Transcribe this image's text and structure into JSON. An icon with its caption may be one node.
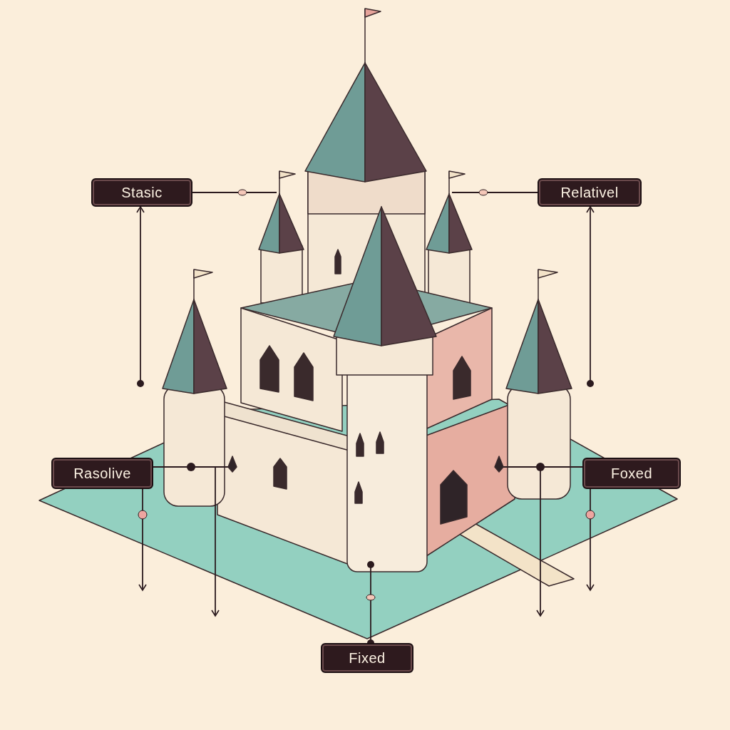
{
  "diagram": {
    "nodes": [
      {
        "text": [
          "Stasic"
        ]
      },
      {
        "text": [
          "Relativel"
        ]
      },
      {
        "text": [
          "Rasolive"
        ]
      },
      {
        "text": [
          "Foxed"
        ]
      },
      {
        "text": [
          "Fixed"
        ]
      }
    ],
    "edges": [
      {
        "from": 0,
        "to": null,
        "arrow": "none"
      },
      {
        "from": null,
        "to": 0,
        "arrow": "to"
      },
      {
        "from": 1,
        "to": null,
        "arrow": "none"
      },
      {
        "from": null,
        "to": 1,
        "arrow": "to"
      },
      {
        "from": 2,
        "to": null,
        "arrow": "none"
      },
      {
        "from": 2,
        "to": null,
        "arrow": "to"
      },
      {
        "from": 2,
        "to": null,
        "arrow": "to"
      },
      {
        "from": 3,
        "to": null,
        "arrow": "none"
      },
      {
        "from": 3,
        "to": null,
        "arrow": "to"
      },
      {
        "from": 3,
        "to": null,
        "arrow": "to"
      },
      {
        "from": 4,
        "to": null,
        "arrow": "other"
      }
    ]
  }
}
